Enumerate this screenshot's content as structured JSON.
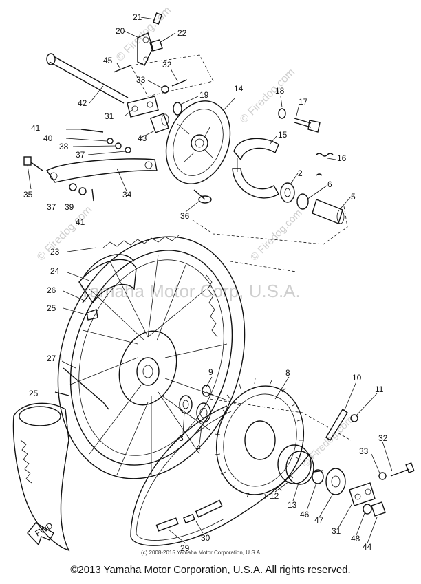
{
  "watermarks": {
    "top_center": "© Firedog.com",
    "top_right": "© Firedog.com",
    "left_vertical": "© Firedog.com",
    "mid_right": "© Firedog.com",
    "right_lower": "© Firedog.com",
    "corp": "Yamaha Motor Corp, U.S.A."
  },
  "inner_copyright": "(c) 2008-2015 Yamaha Motor Corporation, U.S.A.",
  "fwd_label": "FWD",
  "footer": "©2013 Yamaha Motor Corporation, U.S.A. All rights reserved.",
  "callouts": [
    "21",
    "20",
    "22",
    "45",
    "32",
    "33",
    "19",
    "14",
    "18",
    "17",
    "42",
    "31",
    "43",
    "41",
    "40",
    "38",
    "37",
    "15",
    "16",
    "2",
    "6",
    "5",
    "35",
    "37",
    "39",
    "41",
    "34",
    "36",
    "23",
    "24",
    "26",
    "25",
    "27",
    "25",
    "9",
    "8",
    "10",
    "11",
    "3",
    "4",
    "32",
    "33",
    "12",
    "13",
    "46",
    "47",
    "31",
    "48",
    "44",
    "30",
    "29",
    "1"
  ]
}
